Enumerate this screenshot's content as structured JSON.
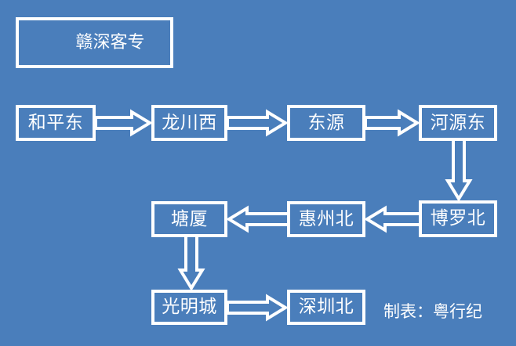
{
  "diagram": {
    "type": "flowchart",
    "title": "赣深客专",
    "background_color": "#4a7ebb",
    "line_color": "#ffffff",
    "credit": "制表：粤行纪",
    "nodes": [
      {
        "id": "hepingdong",
        "label": "和平东"
      },
      {
        "id": "longchuanxi",
        "label": "龙川西"
      },
      {
        "id": "dongyuan",
        "label": "东源"
      },
      {
        "id": "heyuandong",
        "label": "河源东"
      },
      {
        "id": "boluobei",
        "label": "博罗北"
      },
      {
        "id": "huizhoubei",
        "label": "惠州北"
      },
      {
        "id": "tangxia",
        "label": "塘厦"
      },
      {
        "id": "guangmingcheng",
        "label": "光明城"
      },
      {
        "id": "shenzhenbei",
        "label": "深圳北"
      }
    ],
    "edges": [
      {
        "id": "a-1",
        "from": "和平东",
        "to": "龙川西",
        "direction": "right"
      },
      {
        "id": "a-2",
        "from": "龙川西",
        "to": "东源",
        "direction": "right"
      },
      {
        "id": "a-3",
        "from": "东源",
        "to": "河源东",
        "direction": "right"
      },
      {
        "id": "a-4",
        "from": "河源东",
        "to": "博罗北",
        "direction": "down"
      },
      {
        "id": "a-5",
        "from": "博罗北",
        "to": "惠州北",
        "direction": "left"
      },
      {
        "id": "a-6",
        "from": "惠州北",
        "to": "塘厦",
        "direction": "left"
      },
      {
        "id": "a-7",
        "from": "塘厦",
        "to": "光明城",
        "direction": "down"
      },
      {
        "id": "a-8",
        "from": "光明城",
        "to": "深圳北",
        "direction": "right"
      }
    ]
  }
}
